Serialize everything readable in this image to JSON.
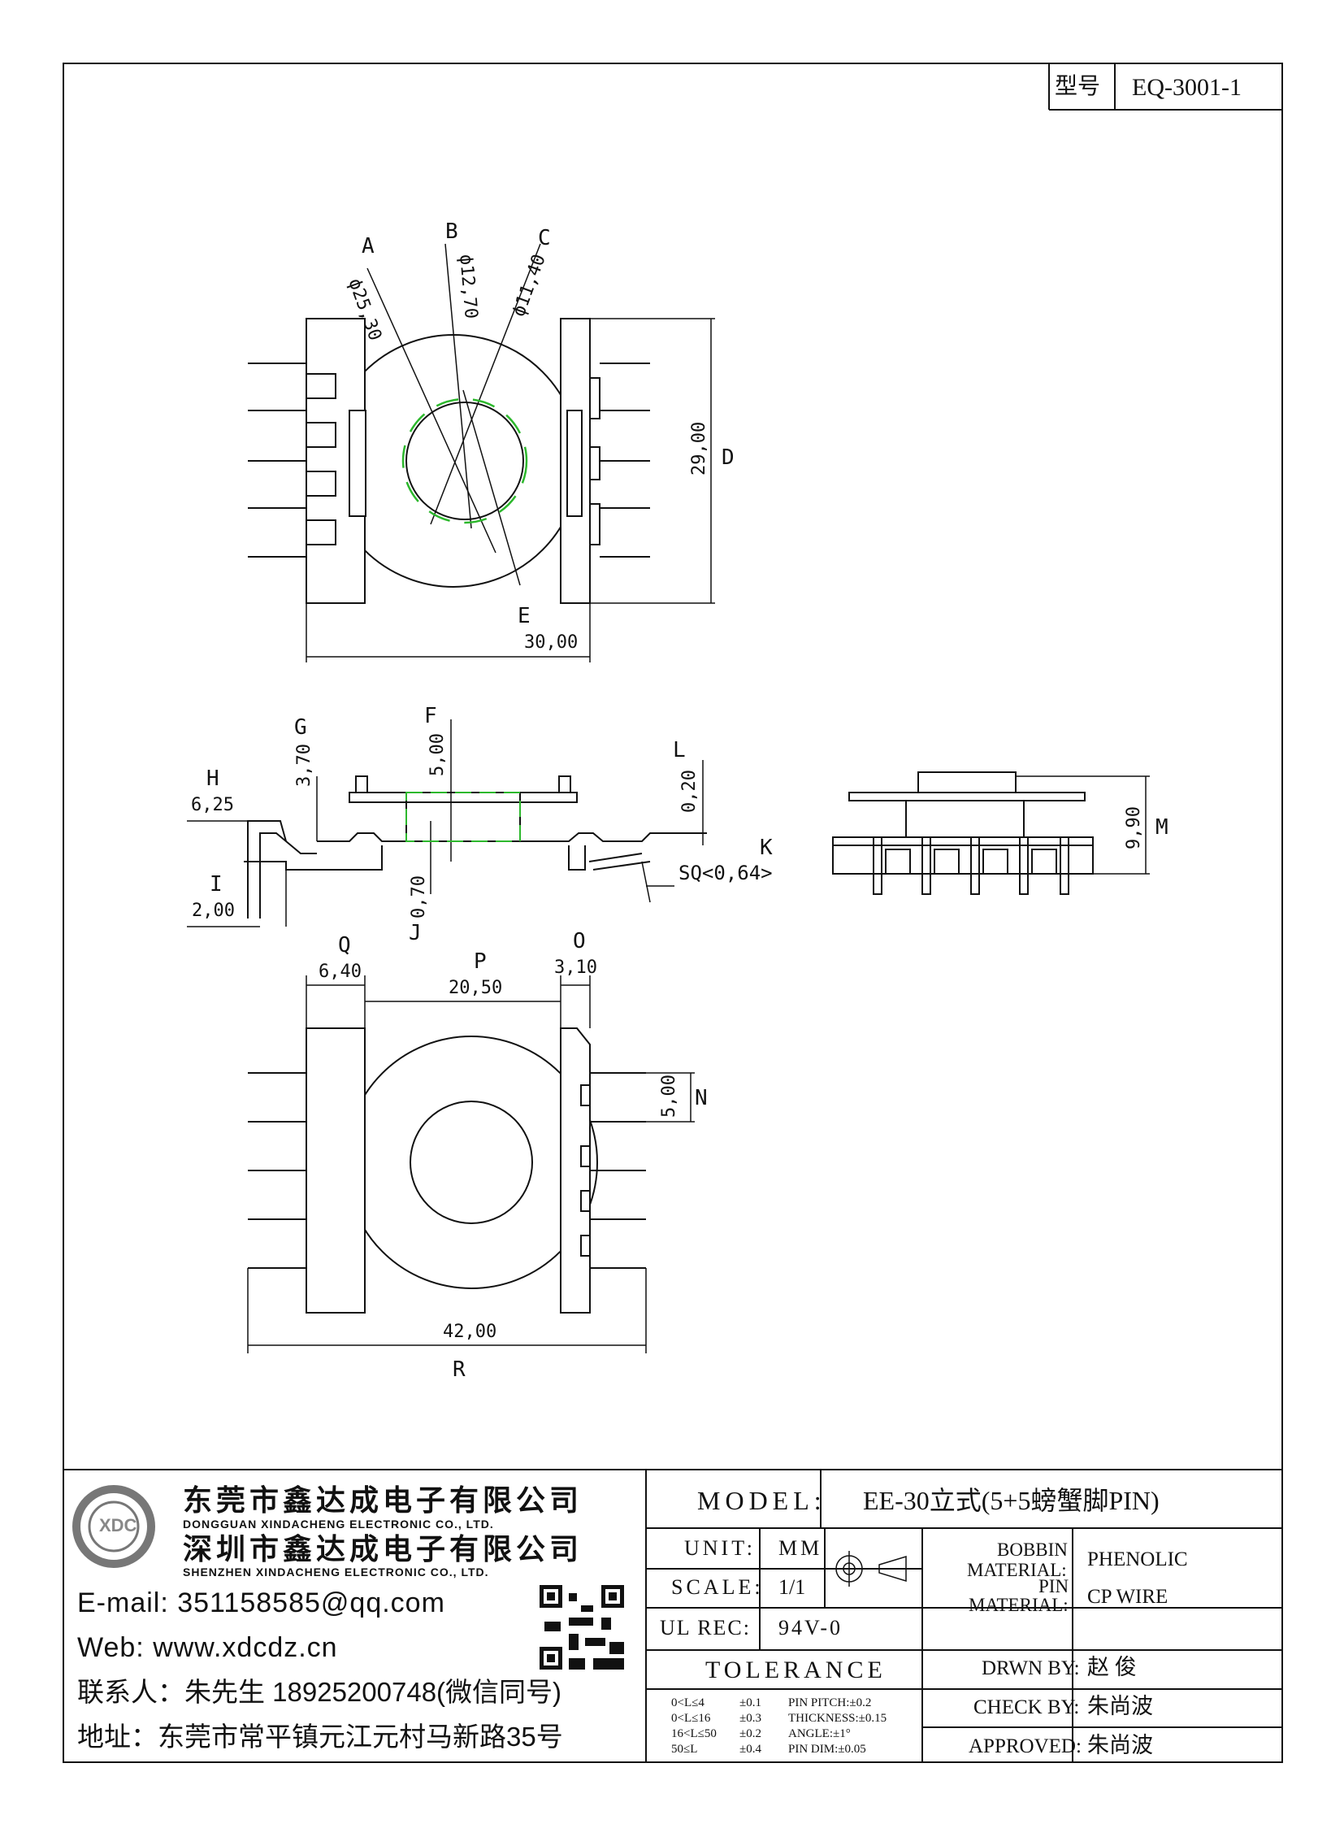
{
  "title_box": {
    "type_label": "型号",
    "part_number": "EQ-3001-1"
  },
  "dims": {
    "A": "A",
    "A_val": "ϕ25,30",
    "B": "B",
    "B_val": "ϕ12,70",
    "C": "C",
    "C_val": "ϕ11,40",
    "D": "D",
    "D_val": "29,00",
    "E": "E",
    "E_val": "30,00",
    "F": "F",
    "F_val": "5,00",
    "G": "G",
    "G_val": "3,70",
    "H": "H",
    "H_val": "6,25",
    "I": "I",
    "I_val": "2,00",
    "J": "J",
    "J_val": "0,70",
    "K": "K",
    "K_val": "SQ<0,64>",
    "L": "L",
    "L_val": "0,20",
    "M": "M",
    "M_val": "9,90",
    "N": "N",
    "N_val": "5,00",
    "O": "O",
    "O_val": "3,10",
    "P": "P",
    "P_val": "20,50",
    "Q": "Q",
    "Q_val": "6,40",
    "R": "R",
    "R_val": "42,00"
  },
  "company": {
    "name_top": "东莞市鑫达成电子有限公司",
    "name_top_en": "DONGGUAN XINDACHENG ELECTRONIC CO., LTD.",
    "name_bottom": "深圳市鑫达成电子有限公司",
    "name_bottom_en": "SHENZHEN XINDACHENG ELECTRONIC CO., LTD.",
    "logo_text": "XDC",
    "email": "E-mail: 351158585@qq.com",
    "web": "Web: www.xdcdz.cn",
    "contact": "联系人：朱先生 18925200748(微信同号)",
    "address": "地址：东莞市常平镇元江元村马新路35号"
  },
  "spec": {
    "model_label": "MODEL:",
    "model_value": "EE-30立式(5+5螃蟹脚PIN)",
    "unit_label": "UNIT:",
    "unit_value": "MM",
    "scale_label": "SCALE:",
    "scale_value": "1/1",
    "ulrec_label": "UL REC:",
    "ulrec_value": "94V-0",
    "tolerance_label": "TOLERANCE",
    "tol": [
      {
        "range": "0<L≤4",
        "tol": "±0.1",
        "spec": "PIN PITCH:±0.2"
      },
      {
        "range": "0<L≤16",
        "tol": "±0.3",
        "spec": "THICKNESS:±0.15"
      },
      {
        "range": "16<L≤50",
        "tol": "±0.2",
        "spec": "ANGLE:±1°"
      },
      {
        "range": "50≤L",
        "tol": "±0.4",
        "spec": "PIN DIM:±0.05"
      }
    ],
    "bobbin_label_1": "BOBBIN",
    "bobbin_label_2": "MATERIAL:",
    "bobbin_value": "PHENOLIC",
    "pin_label_1": "PIN",
    "pin_label_2": "MATERIAL:",
    "pin_value": "CP WIRE",
    "drawn_label": "DRWN BY:",
    "drawn_value": "赵  俊",
    "check_label": "CHECK BY:",
    "check_value": "朱尚波",
    "approved_label": "APPROVED:",
    "approved_value": "朱尚波"
  },
  "colors": {
    "line": "#111111",
    "hidden": "#2db82d"
  }
}
